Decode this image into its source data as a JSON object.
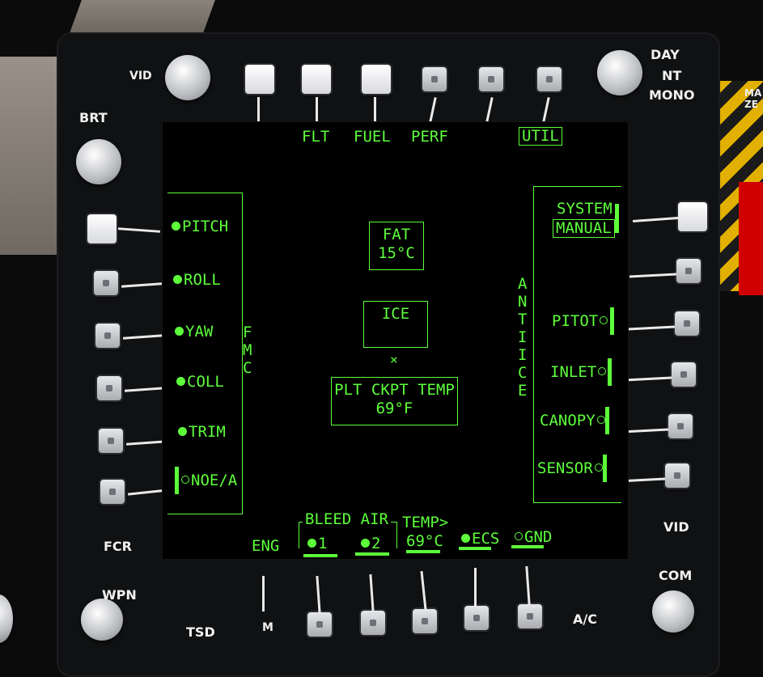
{
  "panel": {
    "knob_left_label": "VID",
    "brt_label": "BRT",
    "day_label": "DAY",
    "nt_label": "NT",
    "mono_label": "MONO",
    "fcr_label": "FCR",
    "wpn_label": "WPN",
    "tsd_label": "TSD",
    "m_label": "M",
    "ac_label": "A/C",
    "vid_right_label": "VID",
    "com_label": "COM",
    "warning_label": "MA ZE"
  },
  "top_menu": {
    "flt": "FLT",
    "fuel": "FUEL",
    "perf": "PERF",
    "util": "UTIL"
  },
  "fmc": {
    "vertical_label": "FMC",
    "items": [
      "PITCH",
      "ROLL",
      "YAW",
      "COLL",
      "TRIM",
      "NOE/A"
    ]
  },
  "anti_ice": {
    "vertical_label": "ANTI ICE",
    "system_label": "SYSTEM",
    "system_value": "MANUAL",
    "items": [
      "PITOT",
      "INLET",
      "CANOPY",
      "SENSOR"
    ]
  },
  "center": {
    "fat_label": "FAT",
    "fat_value": "15°C",
    "ice_label": "ICE",
    "cross": "×",
    "ckpt_label": "PLT CKPT TEMP",
    "ckpt_value": "69°F"
  },
  "bottom_menu": {
    "eng": "ENG",
    "bleed_air": "BLEED AIR",
    "bleed_1": "1",
    "bleed_2": "2",
    "temp_label": "TEMP>",
    "temp_value": "69°C",
    "ecs": "ECS",
    "gnd": "GND"
  },
  "colors": {
    "display_green": "#5dff3b",
    "bezel": "#101112",
    "button": "#c9cbcf"
  }
}
